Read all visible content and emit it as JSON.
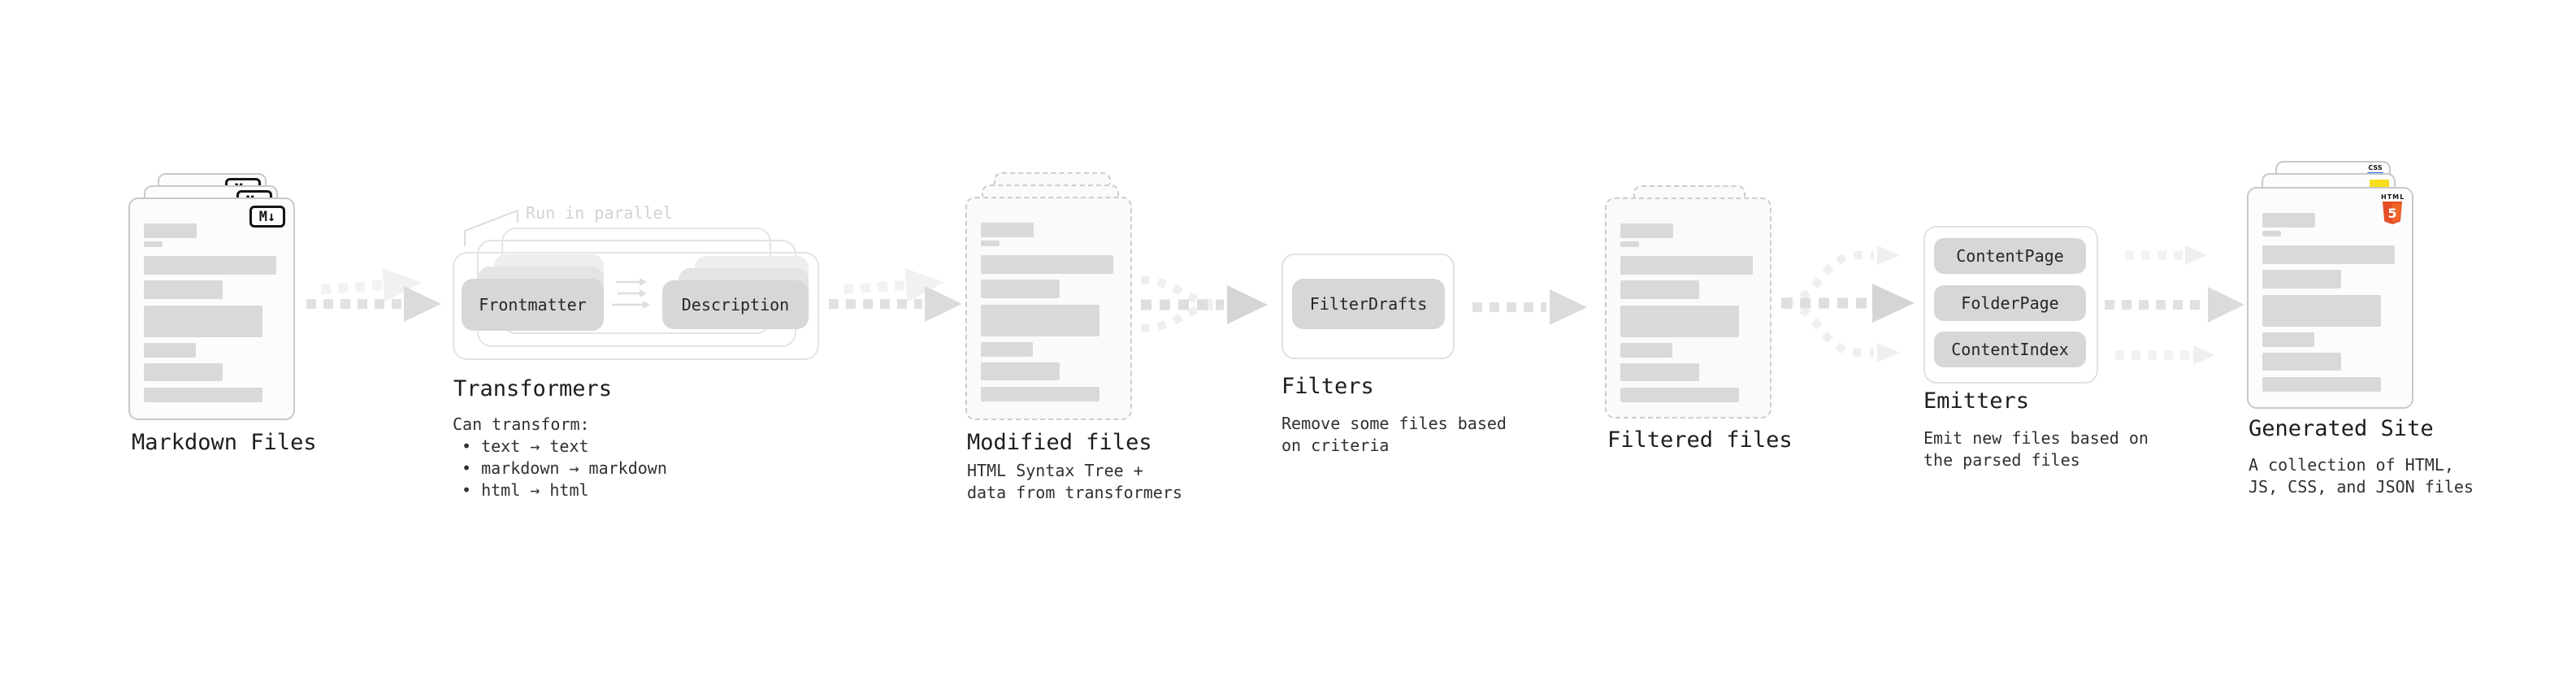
{
  "markdown": {
    "title": "Markdown Files",
    "badge": "M↓"
  },
  "transformers": {
    "title": "Transformers",
    "annotation": "Run in parallel",
    "pill_left": "Frontmatter",
    "pill_right": "Description",
    "desc_heading": "Can transform:",
    "bullets": [
      "• text → text",
      "• markdown → markdown",
      "• html → html"
    ]
  },
  "modified": {
    "title": "Modified files",
    "desc_line1": "HTML Syntax Tree +",
    "desc_line2": "data from transformers"
  },
  "filters": {
    "title": "Filters",
    "pill": "FilterDrafts",
    "desc_line1": "Remove some files based",
    "desc_line2": "on criteria"
  },
  "filtered": {
    "title": "Filtered files"
  },
  "emitters": {
    "title": "Emitters",
    "pills": [
      "ContentPage",
      "FolderPage",
      "ContentIndex"
    ],
    "desc_line1": "Emit new files based on",
    "desc_line2": "the parsed files"
  },
  "generated": {
    "title": "Generated Site",
    "badge_html_label": "HTML",
    "badge_html_number": "5",
    "badge_css": "CSS",
    "desc_line1": "A collection of HTML,",
    "desc_line2": "JS, CSS, and JSON files"
  },
  "colors": {
    "html5_orange": "#e44d26",
    "html5_orange_light": "#f16529",
    "js_yellow": "#f7df1e",
    "css_blue": "#2965f1",
    "gray_bar": "#d9d9d9",
    "pill_gray": "#d7d7d7"
  }
}
